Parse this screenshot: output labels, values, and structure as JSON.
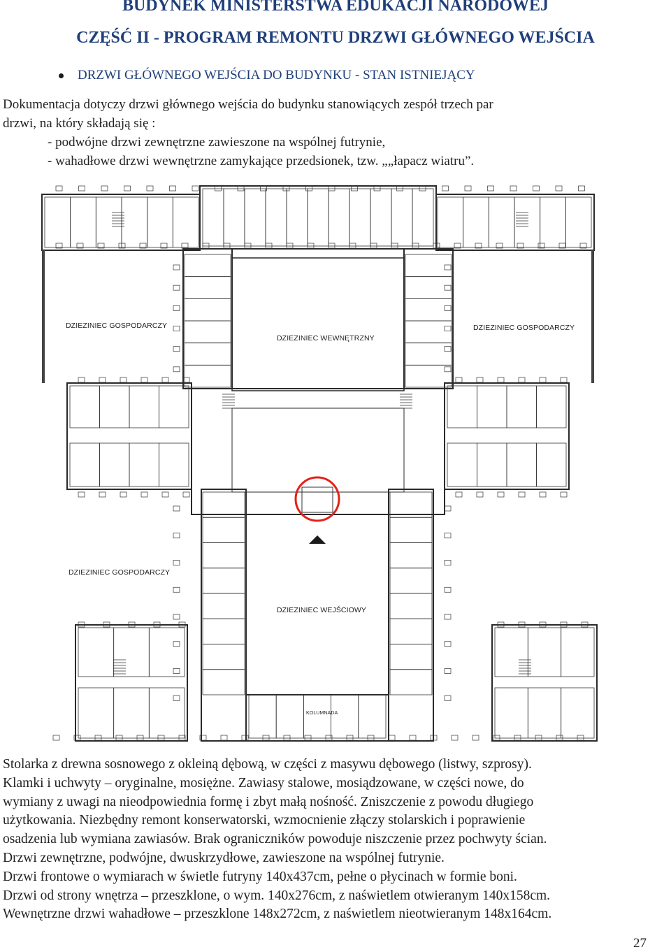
{
  "header": {
    "title": "BUDYNEK MINISTERSTWA EDUKACJI NARODOWEJ",
    "subtitle": "CZĘŚĆ II -  PROGRAM REMONTU DRZWI GŁÓWNEGO WEJŚCIA"
  },
  "section": {
    "bullet": "DRZWI GŁÓWNEGO WEJŚCIA DO BUDYNKU - STAN ISTNIEJĄCY"
  },
  "intro": {
    "lines": [
      "Dokumentacja dotyczy drzwi głównego wejścia do budynku stanowiących zespół trzech par",
      "drzwi, na który składają się :",
      "- podwójne drzwi zewnętrzne zawieszone na wspólnej futrynie,",
      "- wahadłowe drzwi wewnętrzne zamykające przedsionek, tzw. „„łapacz wiatru”."
    ]
  },
  "plan": {
    "labels": {
      "gosp_nw": "DZIEZINIEC GOSPODARCZY",
      "gosp_ne": "DZIEZINIEC GOSPODARCZY",
      "wewn": "DZIEZINIEC WEWNĘTRZNY",
      "gosp_sw": "DZIEZINIEC GOSPODARCZY",
      "wejsc": "DZIEZINIEC WEJŚCIOWY",
      "kolumnada": "KOLUMNADA"
    },
    "entrance_marker_color": "#e32119"
  },
  "body": {
    "lines": [
      "Stolarka z drewna sosnowego z okleiną dębową, w części z masywu dębowego (listwy, szprosy).",
      "Klamki i uchwyty – oryginalne, mosiężne. Zawiasy stalowe, mosiądzowane, w części nowe, do",
      "wymiany z uwagi na nieodpowiednia formę i zbyt małą nośność. Zniszczenie z powodu długiego",
      "użytkowania. Niezbędny remont konserwatorski, wzmocnienie złączy stolarskich i poprawienie",
      "osadzenia lub wymiana zawiasów. Brak ograniczników powoduje niszczenie przez pochwyty ścian.",
      "Drzwi zewnętrzne, podwójne, dwuskrzydłowe, zawieszone na wspólnej futrynie.",
      "Drzwi frontowe o wymiarach w świetle futryny 140x437cm, pełne o płycinach w formie boni.",
      "Drzwi od strony wnętrza – przeszklone, o wym. 140x276cm, z naświetlem otwieranym 140x158cm.",
      "Wewnętrzne drzwi wahadłowe – przeszklone 148x272cm, z naświetlem nieotwieranym 148x164cm."
    ]
  },
  "footer": {
    "page_number": "27"
  }
}
